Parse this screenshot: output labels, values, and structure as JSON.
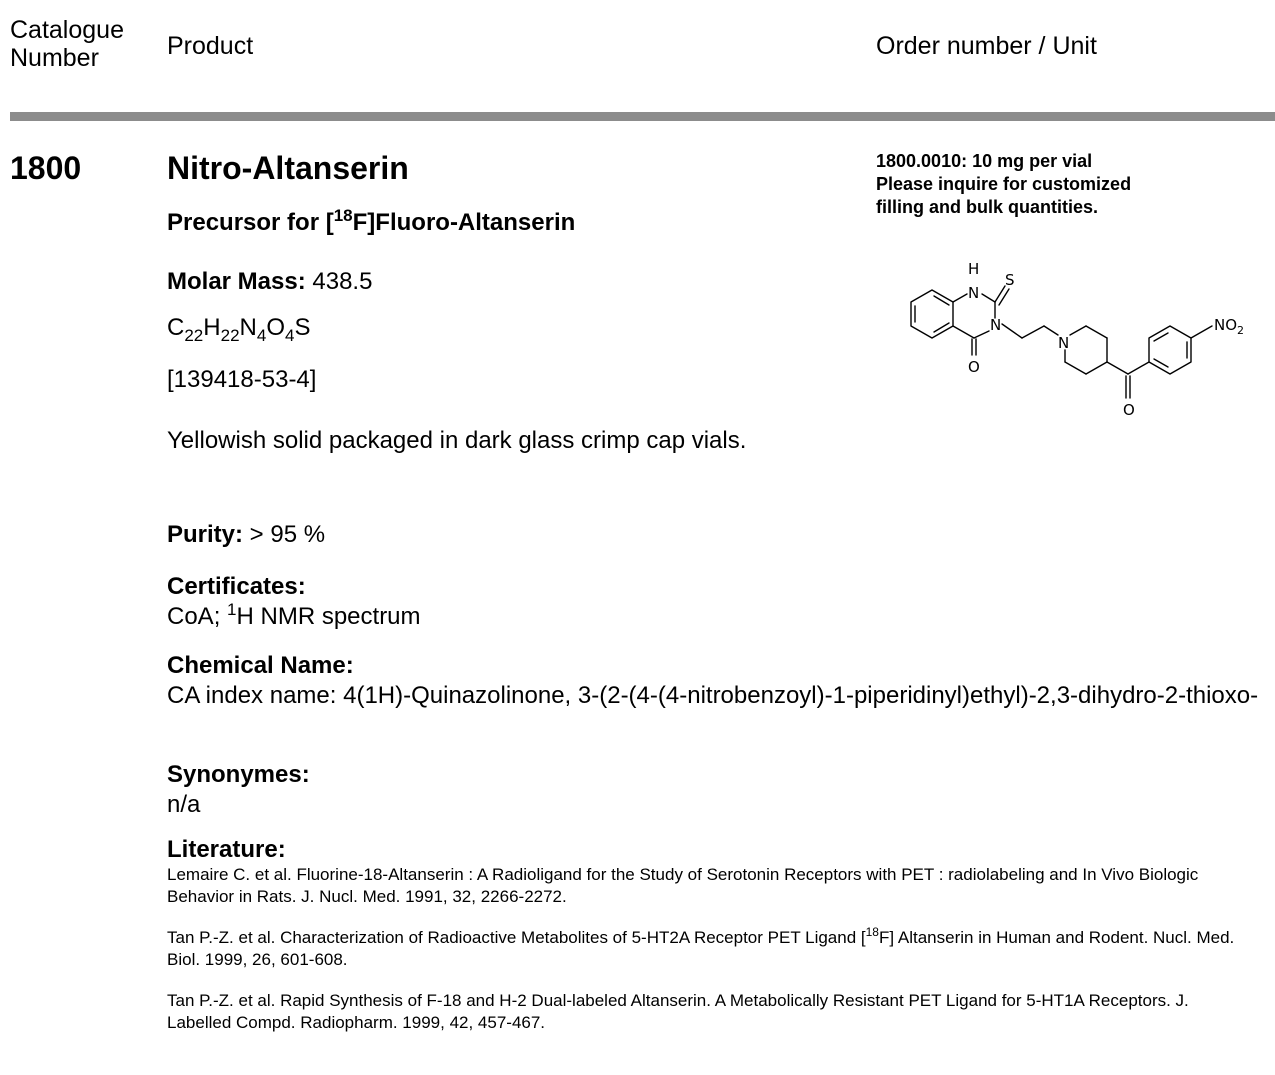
{
  "header": {
    "catalogue_line1": "Catalogue",
    "catalogue_line2": "Number",
    "product": "Product",
    "order": "Order number / Unit"
  },
  "product": {
    "catalogue_number": "1800",
    "name": "Nitro-Altanserin",
    "subtitle_pre": "Precursor for [",
    "subtitle_sup": "18",
    "subtitle_post": "F]Fluoro-Altanserin",
    "molar_mass_label": "Molar Mass:",
    "molar_mass_value": " 438.5",
    "formula": [
      {
        "t": "C",
        "sub": "22"
      },
      {
        "t": "H",
        "sub": "22"
      },
      {
        "t": "N",
        "sub": "4"
      },
      {
        "t": "O",
        "sub": "4"
      },
      {
        "t": "S",
        "sub": ""
      }
    ],
    "cas": "[139418-53-4]",
    "description": "Yellowish solid packaged in dark glass crimp cap vials.",
    "purity_label": "Purity:",
    "purity_value": " > 95 %",
    "certificates_label": "Certificates:",
    "certificates_pre": "CoA; ",
    "certificates_sup": "1",
    "certificates_post": "H NMR spectrum",
    "chemical_name_label": "Chemical Name:",
    "chemical_name": "CA index name: 4(1H)-Quinazolinone, 3-(2-(4-(4-nitrobenzoyl)-1-piperidinyl)ethyl)-2,3-dihydro-2-thioxo-",
    "synonymes_label": "Synonymes:",
    "synonymes": "n/a",
    "literature_label": "Literature:"
  },
  "literature": {
    "ref1": "Lemaire C. et al. Fluorine-18-Altanserin : A Radioligand for the Study of Serotonin Receptors with PET : radiolabeling and In Vivo Biologic Behavior in Rats. J. Nucl. Med. 1991, 32, 2266-2272.",
    "ref2_pre": "Tan P.-Z. et al. Characterization of Radioactive Metabolites of 5-HT2A Receptor PET Ligand [",
    "ref2_sup": "18",
    "ref2_post": "F] Altanserin in Human and Rodent. Nucl. Med. Biol. 1999, 26, 601-608.",
    "ref3": "Tan P.-Z. et al. Rapid Synthesis of F-18 and H-2 Dual-labeled Altanserin. A Metabolically Resistant PET Ligand for 5-HT1A Receptors. J. Labelled Compd. Radiopharm. 1999, 42, 457-467."
  },
  "order": {
    "line1": "1800.0010: 10 mg per vial",
    "line2": "Please inquire for customized",
    "line3": "filling and bulk quantities."
  },
  "structure_labels": {
    "h": "H",
    "n1": "N",
    "s": "S",
    "n3": "N",
    "o1": "O",
    "n_pip": "N",
    "o2": "O",
    "no2_pre": "NO",
    "no2_sub": "2"
  }
}
